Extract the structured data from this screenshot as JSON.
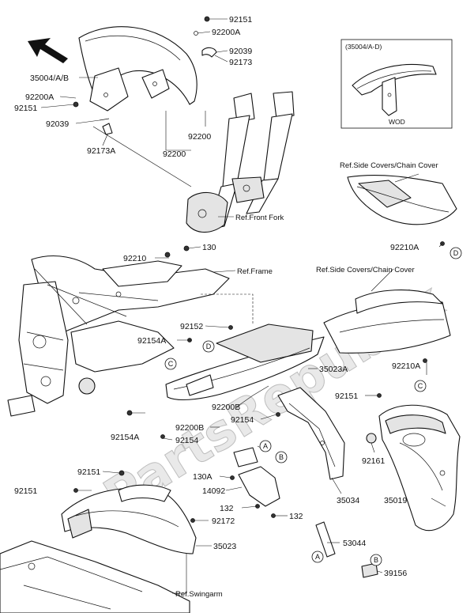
{
  "watermark": "PartsRepublik",
  "inset": {
    "code": "(35004/A-D)",
    "caption": "WOD"
  },
  "part_numbers": {
    "p92151_a": "92151",
    "p92200A_a": "92200A",
    "p92039_a": "92039",
    "p92173": "92173",
    "p35004AB": "35004/A/B",
    "p92200A_b": "92200A",
    "p92151_b": "92151",
    "p92039_b": "92039",
    "p92173A": "92173A",
    "p92200_a": "92200",
    "p92200_b": "92200",
    "p92210_a": "92210",
    "p130": "130",
    "p92210A_a": "92210A",
    "p92152": "92152",
    "p92154A_a": "92154A",
    "p35023A": "35023A",
    "p92210A_b": "92210A",
    "p92151_c": "92151",
    "p92200B_a": "92200B",
    "p92154_a": "92154",
    "p92154A_b": "92154A",
    "p92200B_b": "92200B",
    "p92154_b": "92154",
    "p130A": "130A",
    "p14092": "14092",
    "p132_a": "132",
    "p132_b": "132",
    "p92161": "92161",
    "p35034": "35034",
    "p35019": "35019",
    "p92151_d": "92151",
    "p92172": "92172",
    "p35023": "35023",
    "p53044": "53044",
    "p39156": "39156"
  },
  "refs": {
    "front_fork": "Ref.Front Fork",
    "side_covers_1": "Ref.Side Covers/Chain Cover",
    "frame": "Ref.Frame",
    "side_covers_2": "Ref.Side Covers/Chain Cover",
    "swingarm": "Ref.Swingarm"
  },
  "callouts": {
    "A": "A",
    "B": "B",
    "C": "C",
    "D": "D"
  }
}
